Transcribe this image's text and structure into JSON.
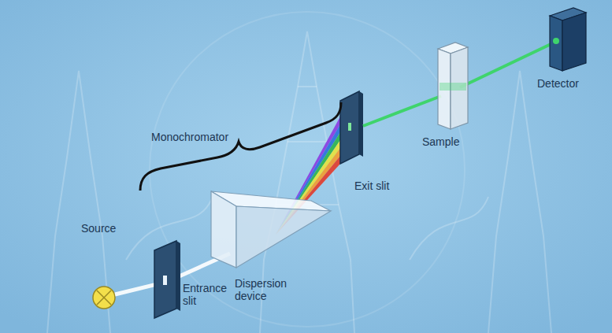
{
  "diagram": {
    "labels": [
      "Monochromator",
      "Exit slit",
      "Detector",
      "Sample",
      "Dispersion device",
      "Source",
      "Entrance slit"
    ]
  }
}
